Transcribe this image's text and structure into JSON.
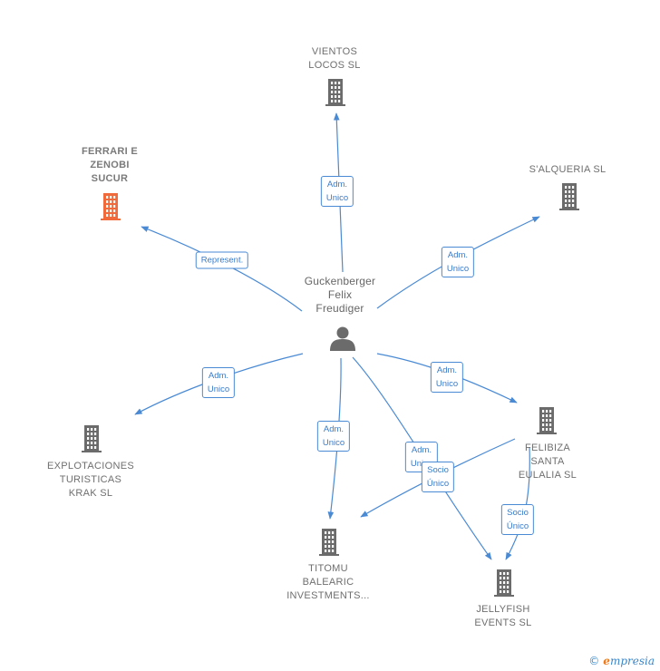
{
  "center": {
    "label": "Guckenberger\nFelix\nFreudiger"
  },
  "companies": [
    {
      "id": "vientos",
      "label": "VIENTOS\nLOCOS SL",
      "highlight": false
    },
    {
      "id": "ferrari",
      "label": "FERRARI E\nZENOBI\nSUCUR",
      "highlight": true
    },
    {
      "id": "salqueria",
      "label": "S'ALQUERIA SL",
      "highlight": false
    },
    {
      "id": "explotaciones",
      "label": "EXPLOTACIONES\nTURISTICAS\nKRAK SL",
      "highlight": false
    },
    {
      "id": "titomu",
      "label": "TITOMU\nBALEARIC\nINVESTMENTS...",
      "highlight": false
    },
    {
      "id": "felibiza",
      "label": "FELIBIZA\nSANTA\nEULALIA SL",
      "highlight": false
    },
    {
      "id": "jellyfish",
      "label": "JELLYFISH\nEVENTS  SL",
      "highlight": false
    }
  ],
  "edges": [
    {
      "from": "person",
      "to": "vientos",
      "label": "Adm.\nUnico"
    },
    {
      "from": "person",
      "to": "ferrari",
      "label": "Represent."
    },
    {
      "from": "person",
      "to": "salqueria",
      "label": "Adm.\nUnico"
    },
    {
      "from": "person",
      "to": "explotaciones",
      "label": "Adm.\nUnico"
    },
    {
      "from": "person",
      "to": "titomu",
      "label": "Adm.\nUnico"
    },
    {
      "from": "person",
      "to": "felibiza",
      "label": "Adm.\nUnico"
    },
    {
      "from": "person",
      "to": "jellyfish",
      "label": "Adm.\nUnico"
    },
    {
      "from": "felibiza",
      "to": "titomu",
      "label": "Socio\nÚnico"
    },
    {
      "from": "felibiza",
      "to": "jellyfish",
      "label": "Socio\nÚnico"
    }
  ],
  "colors": {
    "edge": "#4a8ad4",
    "building": "#6b6b6b",
    "building_highlight": "#f06a3c",
    "person": "#6b6b6b"
  },
  "brand": {
    "copyright": "©",
    "name": "mpresia",
    "initial": "e"
  }
}
